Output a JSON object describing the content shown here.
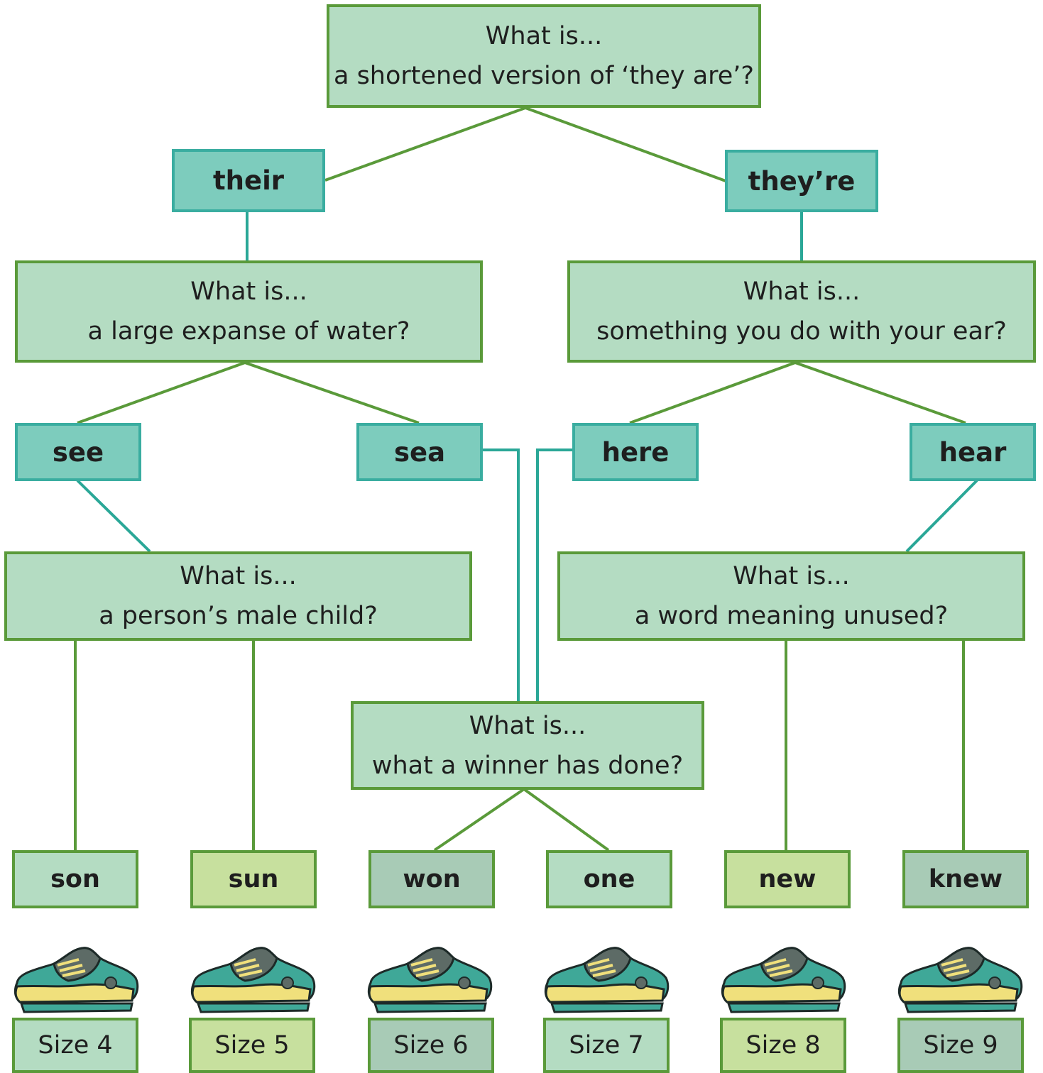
{
  "questions": {
    "q1": {
      "line1": "What is...",
      "line2": "a shortened version of ‘they are’?"
    },
    "q2": {
      "line1": "What is...",
      "line2": "a large expanse of water?"
    },
    "q3": {
      "line1": "What is...",
      "line2": "something you do with your ear?"
    },
    "q4": {
      "line1": "What is...",
      "line2": "a person’s male child?"
    },
    "q5": {
      "line1": "What is...",
      "line2": "a word meaning unused?"
    },
    "q6": {
      "line1": "What is...",
      "line2": "what a winner has done?"
    }
  },
  "answers": {
    "their": "their",
    "theyre": "they’re",
    "see": "see",
    "sea": "sea",
    "here": "here",
    "hear": "hear"
  },
  "finals": [
    "son",
    "sun",
    "won",
    "one",
    "new",
    "knew"
  ],
  "sizes": [
    "Size 4",
    "Size 5",
    "Size 6",
    "Size 7",
    "Size 8",
    "Size 9"
  ],
  "icons": {
    "shoe": "trainer-shoe-icon"
  },
  "colors": {
    "question_fill": "#b4dcc2",
    "question_border": "#5a9a3a",
    "answer_fill": "#7dccbd",
    "answer_border": "#3aada0",
    "final_fill_a": "#b4dcc2",
    "final_fill_b": "#c7e09e",
    "final_fill_c": "#a8cbb6"
  }
}
